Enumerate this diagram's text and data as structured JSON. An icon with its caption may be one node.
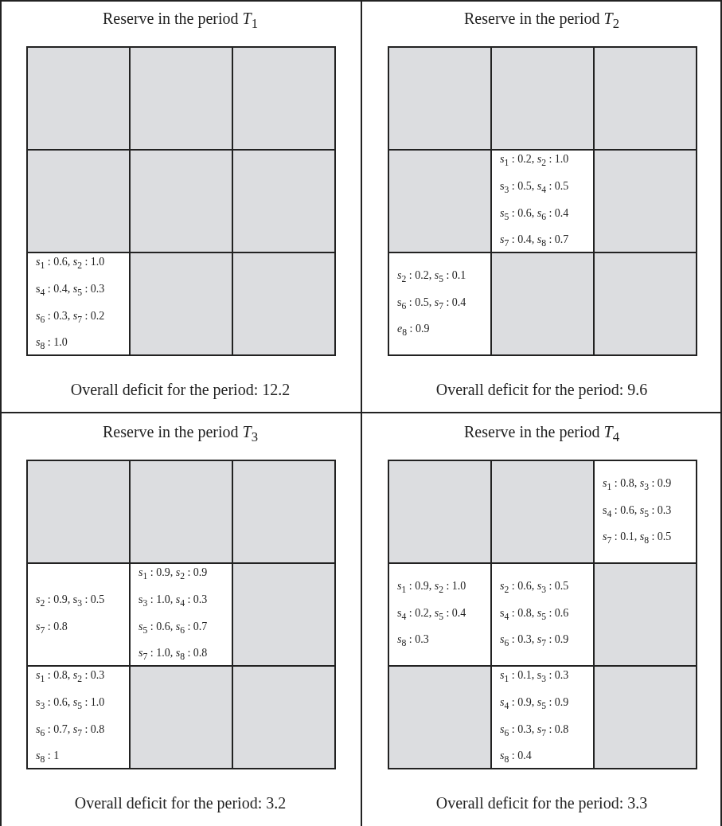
{
  "diagram": {
    "nodes": [
      {
        "text": [
          "Reserve in the period *T*$_{1}$",
          "Overall deficit for the period: 12.2"
        ]
      },
      {
        "text": [],
        "shape": "box",
        "in": 0
      },
      {
        "text": [],
        "shape": "box",
        "in": 0
      },
      {
        "text": [],
        "shape": "box",
        "in": 0
      },
      {
        "text": [],
        "shape": "box",
        "in": 0
      },
      {
        "text": [],
        "shape": "box",
        "in": 0
      },
      {
        "text": [],
        "shape": "box",
        "in": 0
      },
      {
        "text": [
          "*s*$_{1}$ : 0.6, *s*$_{2}$ : 1.0",
          "s$_{4}$ : 0.4, *s*$_{5}$ : 0.3",
          "*s*$_{6}$ : 0.3, *s*$_{7}$ : 0.2",
          "*s*$_{8}$ : 1.0"
        ],
        "in": 0
      },
      {
        "text": [],
        "shape": "box",
        "in": 0
      },
      {
        "text": [],
        "shape": "box",
        "in": 0
      },
      {
        "text": [
          "Reserve in the period *T*$_{2}$",
          "Overall deficit for the period: 9.6"
        ]
      },
      {
        "text": [],
        "shape": "box",
        "in": 10
      },
      {
        "text": [],
        "shape": "box",
        "in": 10
      },
      {
        "text": [],
        "shape": "box",
        "in": 10
      },
      {
        "text": [],
        "shape": "box",
        "in": 10
      },
      {
        "text": [
          "*s*$_{1}$ : 0.2, *s*$_{2}$ : 1.0",
          "s$_{3}$ : 0.5, *s*$_{4}$ : 0.5",
          "*s*$_{5}$ : 0.6, *s*$_{6}$ : 0.4",
          "*s*$_{7}$ : 0.4, *s*$_{8}$ : 0.7"
        ],
        "in": 10
      },
      {
        "text": [],
        "shape": "box",
        "in": 10
      },
      {
        "text": [
          "*s*$_{2}$ : 0.2, *s*$_{5}$ : 0.1",
          "s$_{6}$ : 0.5, *s*$_{7}$ : 0.4",
          "*e*$_{8}$ : 0.9"
        ],
        "in": 10
      },
      {
        "text": [],
        "shape": "box",
        "in": 10
      },
      {
        "text": [],
        "shape": "box",
        "in": 10
      },
      {
        "text": [
          "Reserve in the period *T*$_{3}$",
          "Overall deficit for the period: 3.2"
        ]
      },
      {
        "text": [],
        "shape": "box",
        "in": 20
      },
      {
        "text": [],
        "shape": "box",
        "in": 20
      },
      {
        "text": [],
        "shape": "box",
        "in": 20
      },
      {
        "text": [
          "*s*$_{2}$ : 0.9, s$_{3}$ : 0.5",
          "*s*$_{7}$ : 0.8"
        ],
        "in": 20
      },
      {
        "text": [
          "*s*$_{1}$ : 0.9, *s*$_{2}$ : 0.9",
          "s$_{3}$ : 1.0, *s*$_{4}$ : 0.3",
          "*s*$_{5}$ : 0.6, *s*$_{6}$ : 0.7",
          "*s*$_{7}$ : 1.0, *s*$_{8}$ : 0.8"
        ],
        "in": 20
      },
      {
        "text": [],
        "shape": "box",
        "in": 20
      },
      {
        "text": [
          "*s*$_{1}$ : 0.8, *s*$_{2}$ : 0.3",
          "s$_{3}$ : 0.6, *s*$_{5}$ : 1.0",
          "*s*$_{6}$ : 0.7, *s*$_{7}$ : 0.8",
          "*s*$_{8}$ : 1"
        ],
        "in": 20
      },
      {
        "text": [],
        "shape": "box",
        "in": 20
      },
      {
        "text": [],
        "shape": "box",
        "in": 20
      },
      {
        "text": [
          "Reserve in the period *T*$_{4}$",
          "Overall deficit for the period: 3.3"
        ]
      },
      {
        "text": [],
        "shape": "box",
        "in": 30
      },
      {
        "text": [],
        "shape": "box",
        "in": 30
      },
      {
        "text": [
          "*s*$_{1}$ : 0.8, *s*$_{3}$ : 0.9",
          "s$_{4}$ : 0.6, *s*$_{5}$ : 0.3",
          "*s*$_{7}$ : 0.1, *s*$_{8}$ : 0.5"
        ],
        "in": 30
      },
      {
        "text": [
          "*s*$_{1}$ : 0.9, *s*$_{2}$ : 1.0",
          "s$_{4}$ : 0.2, *s*$_{5}$ : 0.4",
          "*s*$_{8}$ : 0.3"
        ],
        "in": 30
      },
      {
        "text": [
          "*s*$_{2}$ : 0.6, *s*$_{3}$ : 0.5",
          "s$_{4}$ : 0.8, *s*$_{5}$ : 0.6",
          "*s*$_{6}$ : 0.3, *s*$_{7}$ : 0.9"
        ],
        "in": 30
      },
      {
        "text": [],
        "shape": "box",
        "in": 30
      },
      {
        "text": [],
        "shape": "box",
        "in": 30
      },
      {
        "text": [
          "*s*$_{1}$ : 0.1, s$_{3}$ : 0.3",
          "*s*$_{4}$ : 0.9, *s*$_{5}$ : 0.9",
          "*s*$_{6}$ : 0.3, *s*$_{7}$ : 0.8",
          "*s*$_{8}$ : 0.4"
        ],
        "in": 30
      },
      {
        "text": [],
        "shape": "box",
        "in": 30
      }
    ]
  }
}
